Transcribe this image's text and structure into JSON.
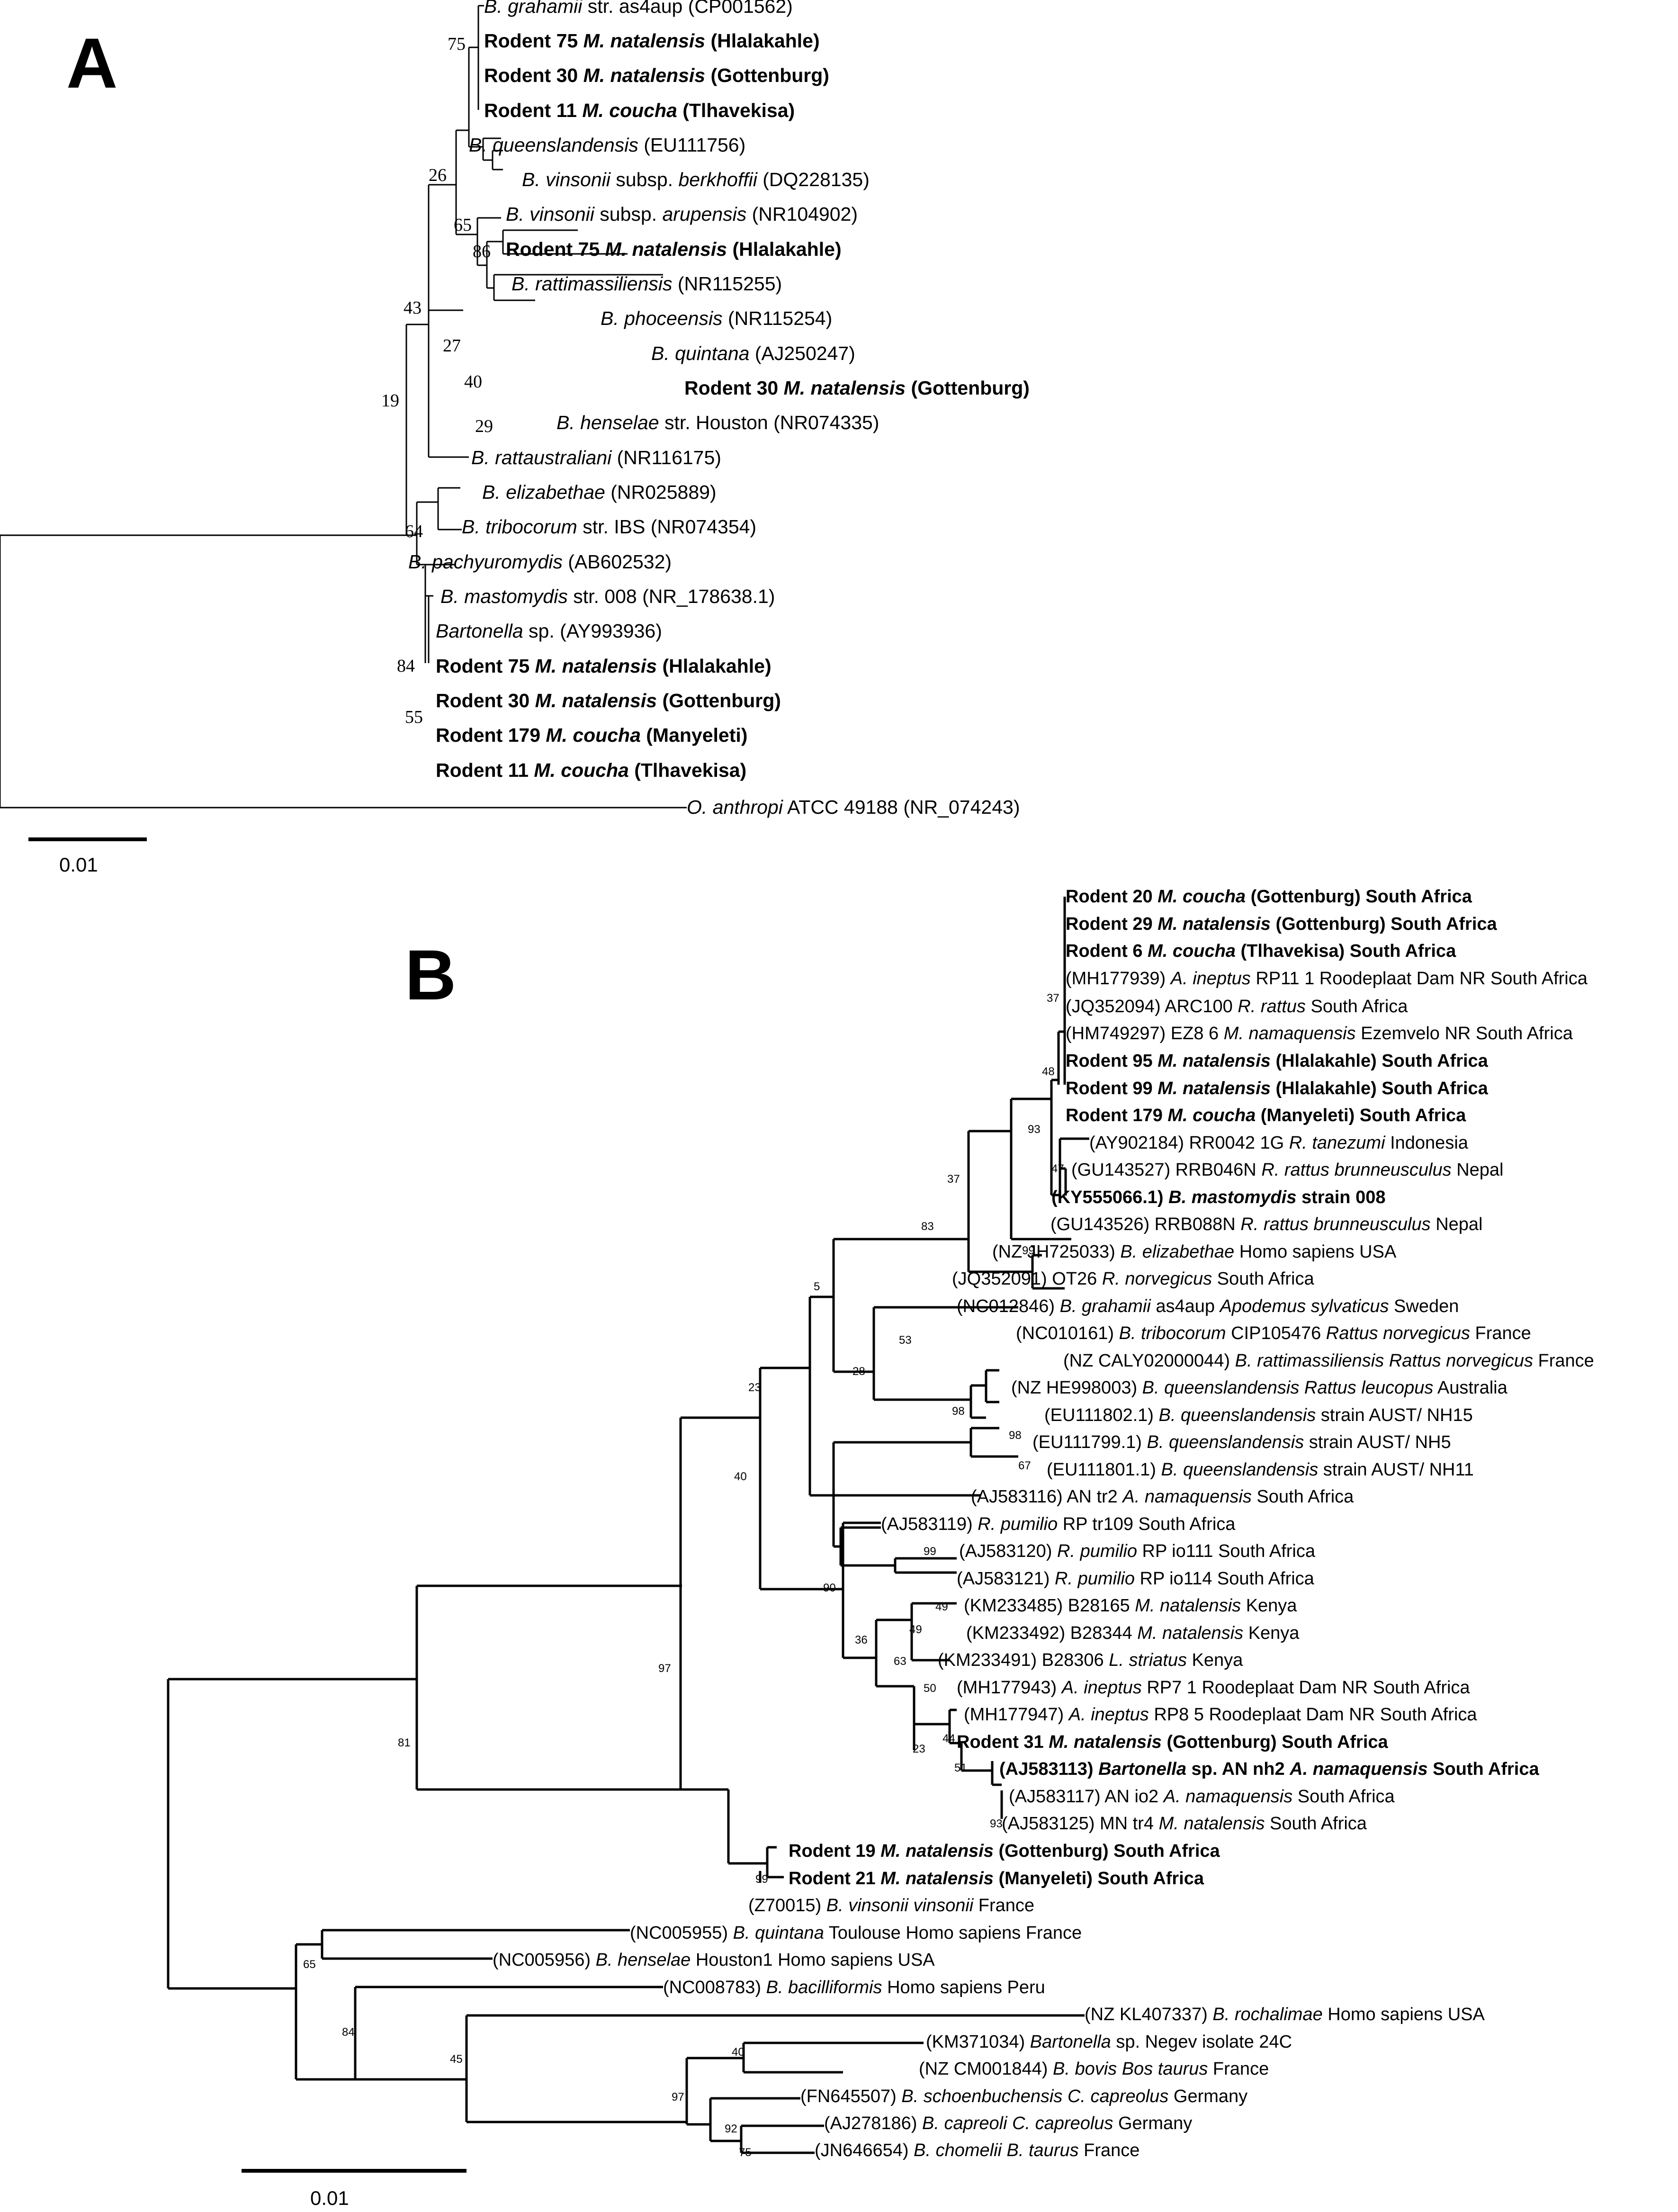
{
  "panels": [
    {
      "letter": "A",
      "scale_bar": "0.01",
      "bootstrap": [
        "75",
        "26",
        "65",
        "86",
        "43",
        "27",
        "40",
        "29",
        "19",
        "64",
        "84",
        "55"
      ],
      "taxa": [
        [
          {
            "t": "B. grahamii",
            "i": 1
          },
          {
            "t": " str. as4aup (CP001562)"
          }
        ],
        [
          {
            "t": "Rodent 75 ",
            "b": 1
          },
          {
            "t": "M. natalensis",
            "b": 1,
            "i": 1
          },
          {
            "t": " (Hlalakahle)",
            "b": 1
          }
        ],
        [
          {
            "t": "Rodent 30 ",
            "b": 1
          },
          {
            "t": "M. natalensis",
            "b": 1,
            "i": 1
          },
          {
            "t": " (Gottenburg)",
            "b": 1
          }
        ],
        [
          {
            "t": "Rodent 11 ",
            "b": 1
          },
          {
            "t": "M. coucha",
            "b": 1,
            "i": 1
          },
          {
            "t": "  (Tlhavekisa)",
            "b": 1
          }
        ],
        [
          {
            "t": "B. queenslandensis",
            "i": 1
          },
          {
            "t": " (EU111756)"
          }
        ],
        [
          {
            "t": "B. vinsonii",
            "i": 1
          },
          {
            "t": " subsp. "
          },
          {
            "t": "berkhoffii",
            "i": 1
          },
          {
            "t": " (DQ228135)"
          }
        ],
        [
          {
            "t": "B. vinsonii",
            "i": 1
          },
          {
            "t": " subsp. "
          },
          {
            "t": "arupensis",
            "i": 1
          },
          {
            "t": " (NR104902)"
          }
        ],
        [
          {
            "t": "Rodent 75 ",
            "b": 1
          },
          {
            "t": "M. natalensis",
            "b": 1,
            "i": 1
          },
          {
            "t": " (Hlalakahle)",
            "b": 1
          }
        ],
        [
          {
            "t": "B. rattimassiliensis",
            "i": 1
          },
          {
            "t": " (NR115255)"
          }
        ],
        [
          {
            "t": "B. phoceensis",
            "i": 1
          },
          {
            "t": " (NR115254)"
          }
        ],
        [
          {
            "t": "B. quintana",
            "i": 1
          },
          {
            "t": " (AJ250247)"
          }
        ],
        [
          {
            "t": "Rodent 30 ",
            "b": 1
          },
          {
            "t": "M. natalensis",
            "b": 1,
            "i": 1
          },
          {
            "t": " (Gottenburg)",
            "b": 1
          }
        ],
        [
          {
            "t": "B. henselae",
            "i": 1
          },
          {
            "t": " str. Houston (NR074335)"
          }
        ],
        [
          {
            "t": "B. rattaustraliani",
            "i": 1
          },
          {
            "t": " (NR116175)"
          }
        ],
        [
          {
            "t": "B. elizabethae",
            "i": 1
          },
          {
            "t": " (NR025889)"
          }
        ],
        [
          {
            "t": "B. tribocorum",
            "i": 1
          },
          {
            "t": " str. IBS (NR074354)"
          }
        ],
        [
          {
            "t": "B. pachyuromydis",
            "i": 1
          },
          {
            "t": " (AB602532)"
          }
        ],
        [
          {
            "t": "B. mastomydis",
            "i": 1
          },
          {
            "t": " str. 008 (NR_178638.1)"
          }
        ],
        [
          {
            "t": "Bartonella",
            "i": 1
          },
          {
            "t": " sp. (AY993936)"
          }
        ],
        [
          {
            "t": "Rodent 75 ",
            "b": 1
          },
          {
            "t": "M. natalensis",
            "b": 1,
            "i": 1
          },
          {
            "t": " (Hlalakahle)",
            "b": 1
          }
        ],
        [
          {
            "t": "Rodent 30 ",
            "b": 1
          },
          {
            "t": "M. natalensis",
            "b": 1,
            "i": 1
          },
          {
            "t": " (Gottenburg)",
            "b": 1
          }
        ],
        [
          {
            "t": "Rodent 179 ",
            "b": 1
          },
          {
            "t": "M. coucha",
            "b": 1,
            "i": 1
          },
          {
            "t": " (Manyeleti)",
            "b": 1
          }
        ],
        [
          {
            "t": "Rodent 11 ",
            "b": 1
          },
          {
            "t": "M. coucha",
            "b": 1,
            "i": 1
          },
          {
            "t": " (Tlhavekisa)",
            "b": 1
          }
        ],
        [
          {
            "t": "O. anthropi",
            "i": 1
          },
          {
            "t": " ATCC 49188 (NR_074243)"
          }
        ]
      ]
    },
    {
      "letter": "B",
      "scale_bar": "0.01",
      "bootstrap": [
        "37",
        "48",
        "93",
        "47",
        "37",
        "83",
        "99",
        "5",
        "53",
        "28",
        "23",
        "98",
        "98",
        "67",
        "40",
        "99",
        "90",
        "49",
        "49",
        "36",
        "63",
        "50",
        "23",
        "44",
        "51",
        "93",
        "97",
        "81",
        "99",
        "65",
        "84",
        "45",
        "40",
        "97",
        "92",
        "75"
      ],
      "taxa": [
        [
          {
            "t": "Rodent 20 ",
            "b": 1
          },
          {
            "t": "M. coucha",
            "b": 1,
            "i": 1
          },
          {
            "t": " (Gottenburg) South Africa",
            "b": 1
          }
        ],
        [
          {
            "t": "Rodent 29 ",
            "b": 1
          },
          {
            "t": "M. natalensis",
            "b": 1,
            "i": 1
          },
          {
            "t": " (Gottenburg) South Africa",
            "b": 1
          }
        ],
        [
          {
            "t": "Rodent 6 ",
            "b": 1
          },
          {
            "t": "M. coucha",
            "b": 1,
            "i": 1
          },
          {
            "t": " (Tlhavekisa) South Africa",
            "b": 1
          }
        ],
        [
          {
            "t": "(MH177939) "
          },
          {
            "t": "A. ineptus",
            "i": 1
          },
          {
            "t": " RP11 1 Roodeplaat Dam NR South Africa"
          }
        ],
        [
          {
            "t": "(JQ352094) ARC100 "
          },
          {
            "t": "R. rattus",
            "i": 1
          },
          {
            "t": " South Africa"
          }
        ],
        [
          {
            "t": "(HM749297) EZ8 6 "
          },
          {
            "t": "M. namaquensis",
            "i": 1
          },
          {
            "t": " Ezemvelo NR South Africa"
          }
        ],
        [
          {
            "t": "Rodent 95 ",
            "b": 1
          },
          {
            "t": "M. natalensis",
            "b": 1,
            "i": 1
          },
          {
            "t": " (Hlalakahle) South Africa",
            "b": 1
          }
        ],
        [
          {
            "t": "Rodent 99 ",
            "b": 1
          },
          {
            "t": "M. natalensis",
            "b": 1,
            "i": 1
          },
          {
            "t": " (Hlalakahle) South Africa",
            "b": 1
          }
        ],
        [
          {
            "t": "Rodent 179 ",
            "b": 1
          },
          {
            "t": "M. coucha",
            "b": 1,
            "i": 1
          },
          {
            "t": "  (Manyeleti) South Africa",
            "b": 1
          }
        ],
        [
          {
            "t": "(AY902184) RR0042 1G "
          },
          {
            "t": "R. tanezumi",
            "i": 1
          },
          {
            "t": " Indonesia"
          }
        ],
        [
          {
            "t": "(GU143527) RRB046N "
          },
          {
            "t": "R. rattus brunneusculus",
            "i": 1
          },
          {
            "t": " Nepal"
          }
        ],
        [
          {
            "t": "(KY555066.1) ",
            "b": 1
          },
          {
            "t": "B. mastomydis",
            "b": 1,
            "i": 1
          },
          {
            "t": " strain 008",
            "b": 1
          }
        ],
        [
          {
            "t": "(GU143526) RRB088N "
          },
          {
            "t": "R. rattus brunneusculus",
            "i": 1
          },
          {
            "t": " Nepal"
          }
        ],
        [
          {
            "t": "(NZ JH725033) "
          },
          {
            "t": "B.  elizabethae",
            "i": 1
          },
          {
            "t": " Homo sapiens USA"
          }
        ],
        [
          {
            "t": "(JQ352091) OT26 "
          },
          {
            "t": "R. norvegicus",
            "i": 1
          },
          {
            "t": " South Africa"
          }
        ],
        [
          {
            "t": "(NC012846) "
          },
          {
            "t": "B. grahamii",
            "i": 1
          },
          {
            "t": " as4aup "
          },
          {
            "t": "Apodemus sylvaticus",
            "i": 1
          },
          {
            "t": " Sweden"
          }
        ],
        [
          {
            "t": "(NC010161) "
          },
          {
            "t": "B. tribocorum",
            "i": 1
          },
          {
            "t": " CIP105476 "
          },
          {
            "t": "Rattus norvegicus",
            "i": 1
          },
          {
            "t": " France"
          }
        ],
        [
          {
            "t": "(NZ CALY02000044) "
          },
          {
            "t": "B. rattimassiliensis Rattus norvegicus",
            "i": 1
          },
          {
            "t": " France"
          }
        ],
        [
          {
            "t": "(NZ HE998003) "
          },
          {
            "t": "B. queenslandensis Rattus leucopus",
            "i": 1
          },
          {
            "t": " Australia"
          }
        ],
        [
          {
            "t": "(EU111802.1) "
          },
          {
            "t": "B. queenslandensis",
            "i": 1
          },
          {
            "t": " strain AUST/ NH15"
          }
        ],
        [
          {
            "t": "(EU111799.1) "
          },
          {
            "t": "B. queenslandensis",
            "i": 1
          },
          {
            "t": " strain AUST/ NH5"
          }
        ],
        [
          {
            "t": "(EU111801.1) "
          },
          {
            "t": "B. queenslandensis",
            "i": 1
          },
          {
            "t": " strain AUST/ NH11"
          }
        ],
        [
          {
            "t": "(AJ583116) AN tr2 "
          },
          {
            "t": "A. namaquensis",
            "i": 1
          },
          {
            "t": " South Africa"
          }
        ],
        [
          {
            "t": "(AJ583119) "
          },
          {
            "t": "R. pumilio",
            "i": 1
          },
          {
            "t": " RP tr109 South Africa"
          }
        ],
        [
          {
            "t": "(AJ583120) "
          },
          {
            "t": "R. pumilio",
            "i": 1
          },
          {
            "t": " RP io111 South Africa"
          }
        ],
        [
          {
            "t": "(AJ583121) "
          },
          {
            "t": "R. pumilio",
            "i": 1
          },
          {
            "t": " RP io114 South Africa"
          }
        ],
        [
          {
            "t": "(KM233485) B28165 "
          },
          {
            "t": "M. natalensis",
            "i": 1
          },
          {
            "t": " Kenya"
          }
        ],
        [
          {
            "t": "(KM233492) B28344 "
          },
          {
            "t": "M. natalensis",
            "i": 1
          },
          {
            "t": " Kenya"
          }
        ],
        [
          {
            "t": "(KM233491) B28306 "
          },
          {
            "t": "L. striatus",
            "i": 1
          },
          {
            "t": " Kenya"
          }
        ],
        [
          {
            "t": "(MH177943) "
          },
          {
            "t": "A. ineptus",
            "i": 1
          },
          {
            "t": " RP7 1 Roodeplaat Dam NR South Africa"
          }
        ],
        [
          {
            "t": "(MH177947) "
          },
          {
            "t": "A. ineptus",
            "i": 1
          },
          {
            "t": " RP8 5 Roodeplaat Dam NR South Africa"
          }
        ],
        [
          {
            "t": "Rodent 31 ",
            "b": 1
          },
          {
            "t": "M. natalensis",
            "b": 1,
            "i": 1
          },
          {
            "t": " (Gottenburg) South Africa",
            "b": 1
          }
        ],
        [
          {
            "t": "(AJ583113) ",
            "b": 1
          },
          {
            "t": "Bartonella",
            "b": 1,
            "i": 1
          },
          {
            "t": " sp. AN nh2 ",
            "b": 1
          },
          {
            "t": "A. namaquensis",
            "b": 1,
            "i": 1
          },
          {
            "t": " South Africa",
            "b": 1
          }
        ],
        [
          {
            "t": "(AJ583117) AN io2 "
          },
          {
            "t": "A. namaquensis",
            "i": 1
          },
          {
            "t": " South Africa"
          }
        ],
        [
          {
            "t": "(AJ583125) MN tr4 "
          },
          {
            "t": "M. natalensis",
            "i": 1
          },
          {
            "t": " South Africa"
          }
        ],
        [
          {
            "t": "Rodent 19 ",
            "b": 1
          },
          {
            "t": "M. natalensis",
            "b": 1,
            "i": 1
          },
          {
            "t": " (Gottenburg) South Africa",
            "b": 1
          }
        ],
        [
          {
            "t": "Rodent 21 ",
            "b": 1
          },
          {
            "t": "M. natalensis",
            "b": 1,
            "i": 1
          },
          {
            "t": " (Manyeleti) South Africa",
            "b": 1
          }
        ],
        [
          {
            "t": "(Z70015) "
          },
          {
            "t": "B. vinsonii vinsonii",
            "i": 1
          },
          {
            "t": " France"
          }
        ],
        [
          {
            "t": "(NC005955) "
          },
          {
            "t": "B. quintana",
            "i": 1
          },
          {
            "t": " Toulouse Homo sapiens France"
          }
        ],
        [
          {
            "t": "(NC005956) "
          },
          {
            "t": "B. henselae",
            "i": 1
          },
          {
            "t": " Houston1 Homo sapiens USA"
          }
        ],
        [
          {
            "t": "(NC008783) "
          },
          {
            "t": "B. bacilliformis",
            "i": 1
          },
          {
            "t": " Homo sapiens Peru"
          }
        ],
        [
          {
            "t": "(NZ KL407337) "
          },
          {
            "t": "B. rochalimae",
            "i": 1
          },
          {
            "t": " Homo sapiens USA"
          }
        ],
        [
          {
            "t": "(KM371034) "
          },
          {
            "t": "Bartonella",
            "i": 1
          },
          {
            "t": " sp. Negev isolate 24C"
          }
        ],
        [
          {
            "t": "(NZ CM001844) "
          },
          {
            "t": "B. bovis Bos taurus",
            "i": 1
          },
          {
            "t": " France"
          }
        ],
        [
          {
            "t": "(FN645507) "
          },
          {
            "t": "B. schoenbuchensis C. capreolus",
            "i": 1
          },
          {
            "t": " Germany"
          }
        ],
        [
          {
            "t": "(AJ278186) "
          },
          {
            "t": "B. capreoli C. capreolus",
            "i": 1
          },
          {
            "t": " Germany"
          }
        ],
        [
          {
            "t": "(JN646654) "
          },
          {
            "t": "B. chomelii B. taurus",
            "i": 1
          },
          {
            "t": " France"
          }
        ]
      ]
    }
  ]
}
